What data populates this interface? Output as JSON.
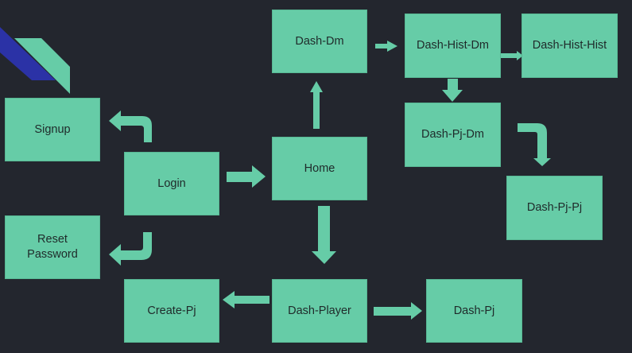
{
  "colors": {
    "background": "#23262e",
    "node_fill": "#66cca7",
    "arrow_fill": "#66cca7",
    "logo_blue": "#2b32a6",
    "logo_green": "#66cca7"
  },
  "nodes": {
    "signup": "Signup",
    "login": "Login",
    "reset_line1": "Reset",
    "reset_line2": "Password",
    "home": "Home",
    "dash_dm": "Dash-Dm",
    "dash_hist_dm": "Dash-Hist-Dm",
    "dash_hist_hist": "Dash-Hist-Hist",
    "dash_pj_dm": "Dash-Pj-Dm",
    "dash_pj_pj": "Dash-Pj-Pj",
    "dash_player": "Dash-Player",
    "create_pj": "Create-Pj",
    "dash_pj": "Dash-Pj"
  },
  "edges": [
    {
      "from": "Login",
      "to": "Signup"
    },
    {
      "from": "Login",
      "to": "Reset Password"
    },
    {
      "from": "Login",
      "to": "Home"
    },
    {
      "from": "Home",
      "to": "Dash-Dm"
    },
    {
      "from": "Home",
      "to": "Dash-Player"
    },
    {
      "from": "Dash-Dm",
      "to": "Dash-Hist-Dm"
    },
    {
      "from": "Dash-Hist-Dm",
      "to": "Dash-Hist-Hist"
    },
    {
      "from": "Dash-Hist-Dm",
      "to": "Dash-Pj-Dm"
    },
    {
      "from": "Dash-Pj-Dm",
      "to": "Dash-Pj-Pj"
    },
    {
      "from": "Dash-Player",
      "to": "Create-Pj"
    },
    {
      "from": "Dash-Player",
      "to": "Dash-Pj"
    }
  ]
}
